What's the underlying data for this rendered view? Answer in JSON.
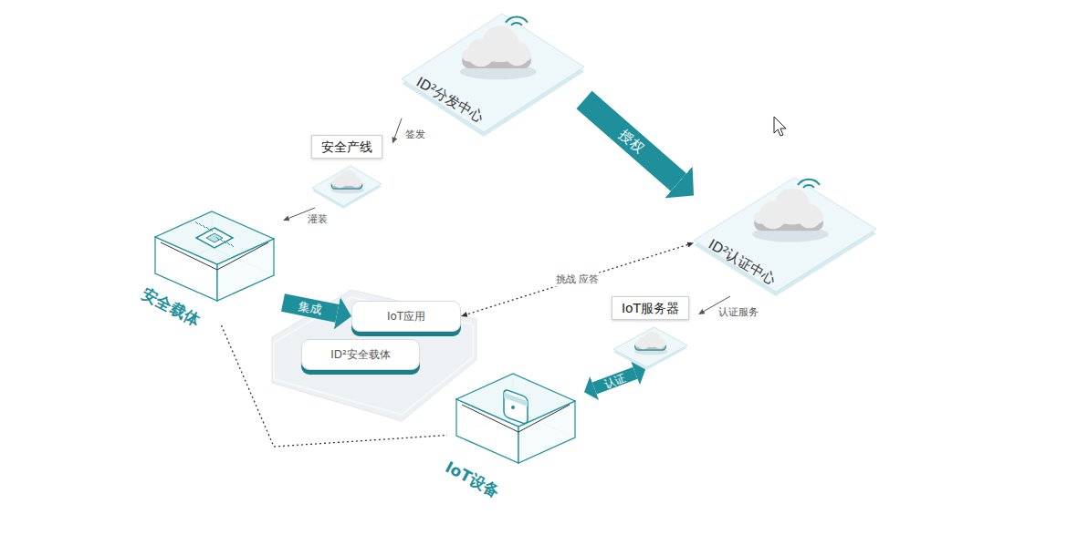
{
  "diagram": {
    "nodes": [
      {
        "text": [
          "ID²分发中心"
        ]
      },
      {
        "text": [
          "安全产线"
        ]
      },
      {
        "text": [
          "ID²认证中心"
        ]
      },
      {
        "text": [
          "安全载体"
        ]
      },
      {
        "text": [
          "IoT应用"
        ]
      },
      {
        "text": [
          "ID²安全载体"
        ]
      },
      {
        "text": [
          "IoT服务器"
        ]
      },
      {
        "text": [
          "IoT设备"
        ]
      }
    ],
    "edges": [
      {
        "from": 0,
        "to": 1,
        "label": "签发",
        "arrow": "to"
      },
      {
        "from": 0,
        "to": 2,
        "label": "授权",
        "arrow": "to"
      },
      {
        "from": 1,
        "to": 3,
        "label": "灌装",
        "arrow": "to"
      },
      {
        "from": 3,
        "to": 4,
        "label": "集成",
        "arrow": "to"
      },
      {
        "from": 2,
        "to": 4,
        "label": "挑战 应答",
        "arrow": "both"
      },
      {
        "from": 2,
        "to": 6,
        "label": "认证服务",
        "arrow": "to"
      },
      {
        "from": 7,
        "to": 6,
        "label": "认证",
        "arrow": "both"
      },
      {
        "from": 3,
        "to": 7,
        "arrow": "none"
      }
    ]
  }
}
